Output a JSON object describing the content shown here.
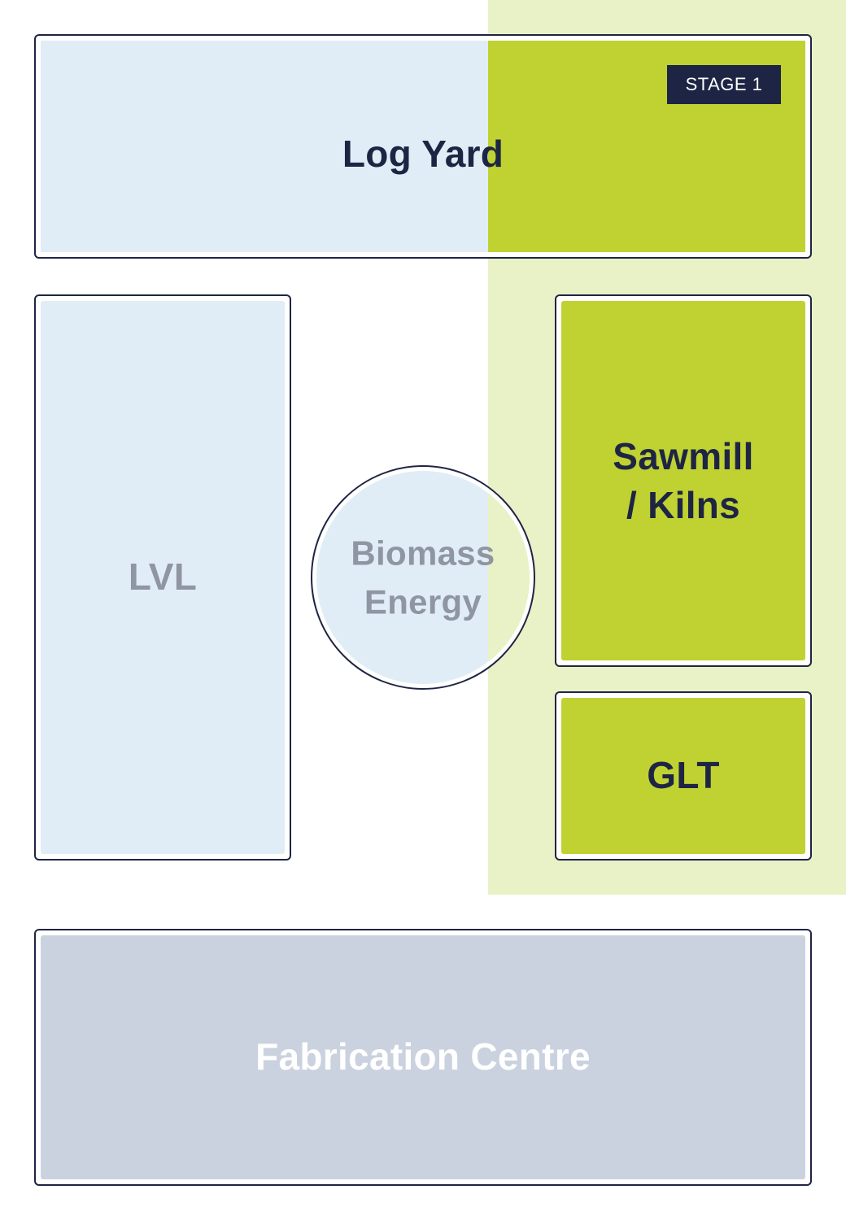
{
  "colors": {
    "stage_band": "#e9f1c6",
    "stage_fill": "#bfd232",
    "future_fill": "#e1edf6",
    "fabrication_fill": "#cbd2df",
    "outline": "#1e2544",
    "dark_text": "#1e2544",
    "muted_text": "#8f95a2",
    "fabrication_text": "#ffffff",
    "badge_bg": "#1e2544",
    "badge_text": "#ffffff"
  },
  "badge": {
    "label": "STAGE 1"
  },
  "areas": {
    "log_yard": {
      "label": "Log Yard"
    },
    "lvl": {
      "label": "LVL"
    },
    "biomass": {
      "label": "Biomass\nEnergy"
    },
    "sawmill": {
      "label": "Sawmill\n/ Kilns"
    },
    "glt": {
      "label": "GLT"
    },
    "fabrication": {
      "label": "Fabrication Centre"
    }
  }
}
